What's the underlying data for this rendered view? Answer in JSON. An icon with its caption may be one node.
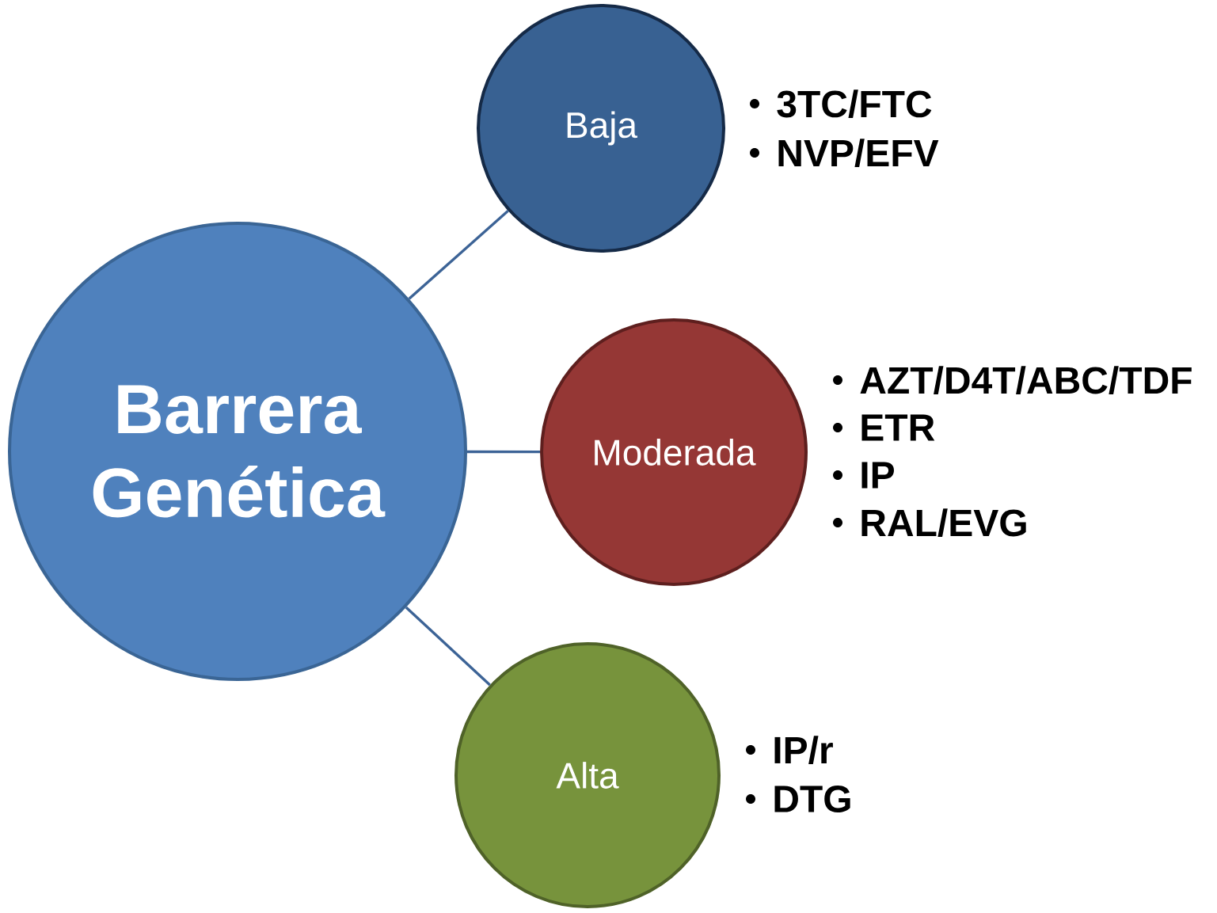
{
  "diagram": {
    "nodes": [
      {
        "text": [
          "Barrera Genética"
        ]
      },
      {
        "text": [
          "Baja"
        ],
        "beside": [
          "3TC/FTC",
          "NVP/EFV"
        ]
      },
      {
        "text": [
          "Moderada"
        ],
        "beside": [
          "AZT/D4T/ABC/TDF",
          "ETR",
          "IP",
          "RAL/EVG"
        ]
      },
      {
        "text": [
          "Alta"
        ],
        "beside": [
          "IP/r",
          "DTG"
        ]
      }
    ],
    "edges": [
      {
        "from": 0,
        "to": 1,
        "arrow": "none"
      },
      {
        "from": 0,
        "to": 2,
        "arrow": "none"
      },
      {
        "from": 0,
        "to": 3,
        "arrow": "none"
      }
    ]
  }
}
